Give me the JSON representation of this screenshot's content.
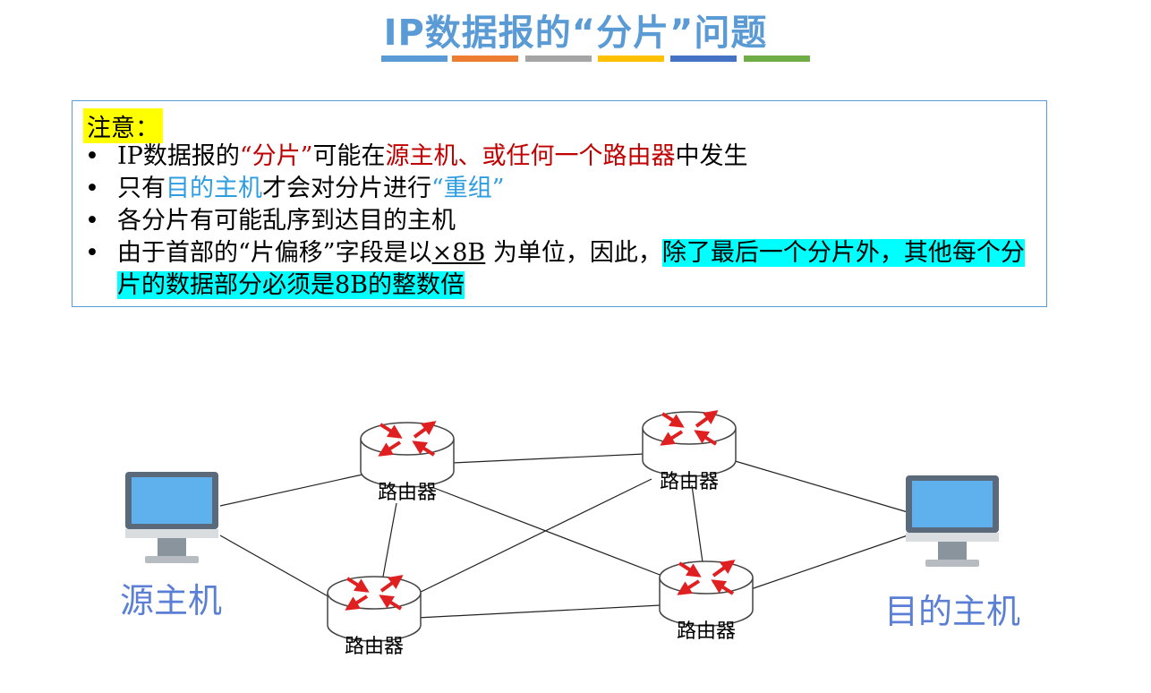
{
  "title": "IP数据报的“分片”问题",
  "title_bar_colors": [
    "#5b9bd5",
    "#ed7d31",
    "#a5a5a5",
    "#ffc000",
    "#4472c4",
    "#70ad47"
  ],
  "note": {
    "heading": "注意：",
    "bullet_symbol": "•",
    "items": [
      {
        "parts": [
          "IP数据报的",
          "“分片”",
          "可能在",
          "源主机、或任何一个路由器",
          "中发生"
        ]
      },
      {
        "parts": [
          "只有",
          "目的主机",
          "才会对分片进行",
          "“重组”"
        ]
      },
      {
        "parts": [
          "各分片有可能乱序到达目的主机"
        ]
      },
      {
        "parts": [
          "由于首部的“片偏移”字段是以",
          "×8B",
          " 为单位，因此，",
          "除了最后一个分片外，其他每个分片的数据部分必须是8B的整数倍"
        ]
      }
    ]
  },
  "diagram": {
    "source_label": "源主机",
    "dest_label": "目的主机",
    "router_label": "路由器"
  },
  "colors": {
    "accent": "#5b9bd5",
    "red_text": "#c00000",
    "blue_text": "#2e9de0",
    "highlight": "#00ffff",
    "heading_bg": "#ffff00",
    "arrow": "#e02020"
  }
}
